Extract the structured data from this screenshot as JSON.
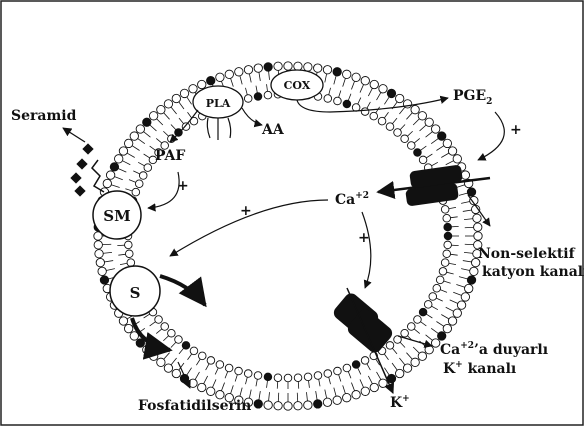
{
  "figure": {
    "labels": {
      "seramid": "Seramid",
      "pla": "PLA",
      "cox": "COX",
      "aa": "AA",
      "pge2_base": "PGE",
      "pge2_sub": "2",
      "paf": "PAF",
      "sm": "SM",
      "s": "S",
      "ca_base": "Ca",
      "ca_sup": "+2",
      "nonselective_line1": "Non-selektif",
      "nonselective_line2": "katyon kanalı",
      "ca_sensitive_line1_base": "Ca",
      "ca_sensitive_line1_sup": "+2",
      "ca_sensitive_line1_rest": "’a duyarlı",
      "ca_sensitive_line2_base": "K",
      "ca_sensitive_line2_sup": "+",
      "ca_sensitive_line2_rest": " kanalı",
      "k_base": "K",
      "k_sup": "+",
      "fosfatidilserin": "Fosfatidilserin",
      "plus": "+"
    },
    "colors": {
      "ink": "#111111",
      "outer_border": "#222222",
      "background": "#ffffff"
    },
    "icons": {
      "membrane": "lipid-bilayer-ring",
      "channels": "ion-channel-pair"
    }
  }
}
